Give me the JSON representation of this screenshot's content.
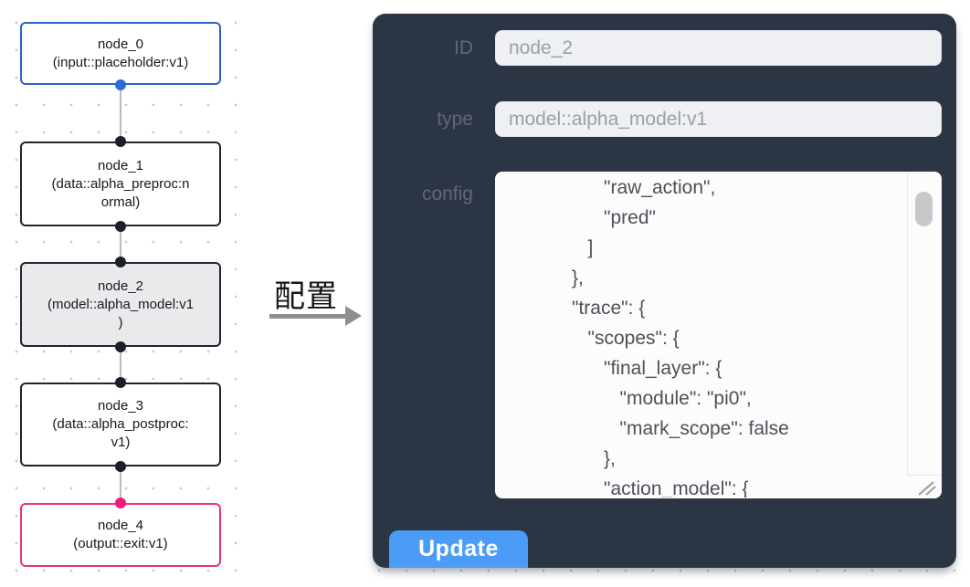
{
  "canvas": {
    "nodes": [
      {
        "id": "node_0",
        "title": "node_0",
        "subtitle": "(input::placeholder:v1)",
        "accent": "#2e62c8",
        "selected": false
      },
      {
        "id": "node_1",
        "title": "node_1",
        "subtitle": "(data::alpha_preproc:n\normal)",
        "accent": "#20242e",
        "selected": false
      },
      {
        "id": "node_2",
        "title": "node_2",
        "subtitle": "(model::alpha_model:v1\n)",
        "accent": "#20242e",
        "selected": true
      },
      {
        "id": "node_3",
        "title": "node_3",
        "subtitle": "(data::alpha_postproc:\nv1)",
        "accent": "#20242e",
        "selected": false
      },
      {
        "id": "node_4",
        "title": "node_4",
        "subtitle": "(output::exit:v1)",
        "accent": "#e73380",
        "selected": false
      }
    ],
    "edges": [
      {
        "from": "node_0",
        "to": "node_1"
      },
      {
        "from": "node_1",
        "to": "node_2"
      },
      {
        "from": "node_2",
        "to": "node_3"
      },
      {
        "from": "node_3",
        "to": "node_4"
      }
    ]
  },
  "transition": {
    "label": "配置"
  },
  "panel": {
    "fields": [
      {
        "label": "ID",
        "value": "node_2"
      },
      {
        "label": "type",
        "value": "model::alpha_model:v1"
      }
    ],
    "config_label": "config",
    "config_text": "                  \"raw_action\",\n                  \"pred\"\n               ]\n            },\n            \"trace\": {\n               \"scopes\": {\n                  \"final_layer\": {\n                     \"module\": \"pi0\",\n                     \"mark_scope\": false\n                  },\n                  \"action_model\": {",
    "update_label": "Update"
  },
  "colors": {
    "panel_bg": "#2c3544",
    "input_bg": "#eef0f4",
    "input_text": "#99a0aa",
    "label_text": "#606876",
    "button_blue": "#4b9cf6",
    "node_border_default": "#20242e",
    "node_border_input": "#2e62c8",
    "node_border_output": "#e73380",
    "node_selected_bg": "#e9eaec",
    "port_default": "#1b1f2a",
    "port_input": "#2e6bd9",
    "port_output": "#f0197c",
    "edge_gray": "#b9babd"
  }
}
